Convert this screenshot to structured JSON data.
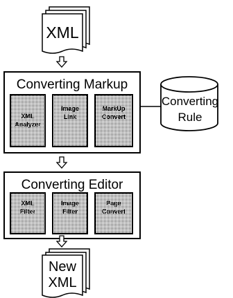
{
  "top_doc": {
    "label": "XML"
  },
  "markup_box": {
    "title": "Converting Markup",
    "modules": [
      {
        "line1": "XML",
        "line2": "Analyzer"
      },
      {
        "line1": "Image",
        "line2": "Link"
      },
      {
        "line1": "MarkUp",
        "line2": "Convert"
      }
    ]
  },
  "rule_db": {
    "line1": "Converting",
    "line2": "Rule"
  },
  "editor_box": {
    "title": "Converting Editor",
    "modules": [
      {
        "line1": "XML",
        "line2": "Filter"
      },
      {
        "line1": "Image",
        "line2": "Filter"
      },
      {
        "line1": "Page",
        "line2": "Convert"
      }
    ]
  },
  "bottom_doc": {
    "line1": "New",
    "line2": "XML"
  }
}
